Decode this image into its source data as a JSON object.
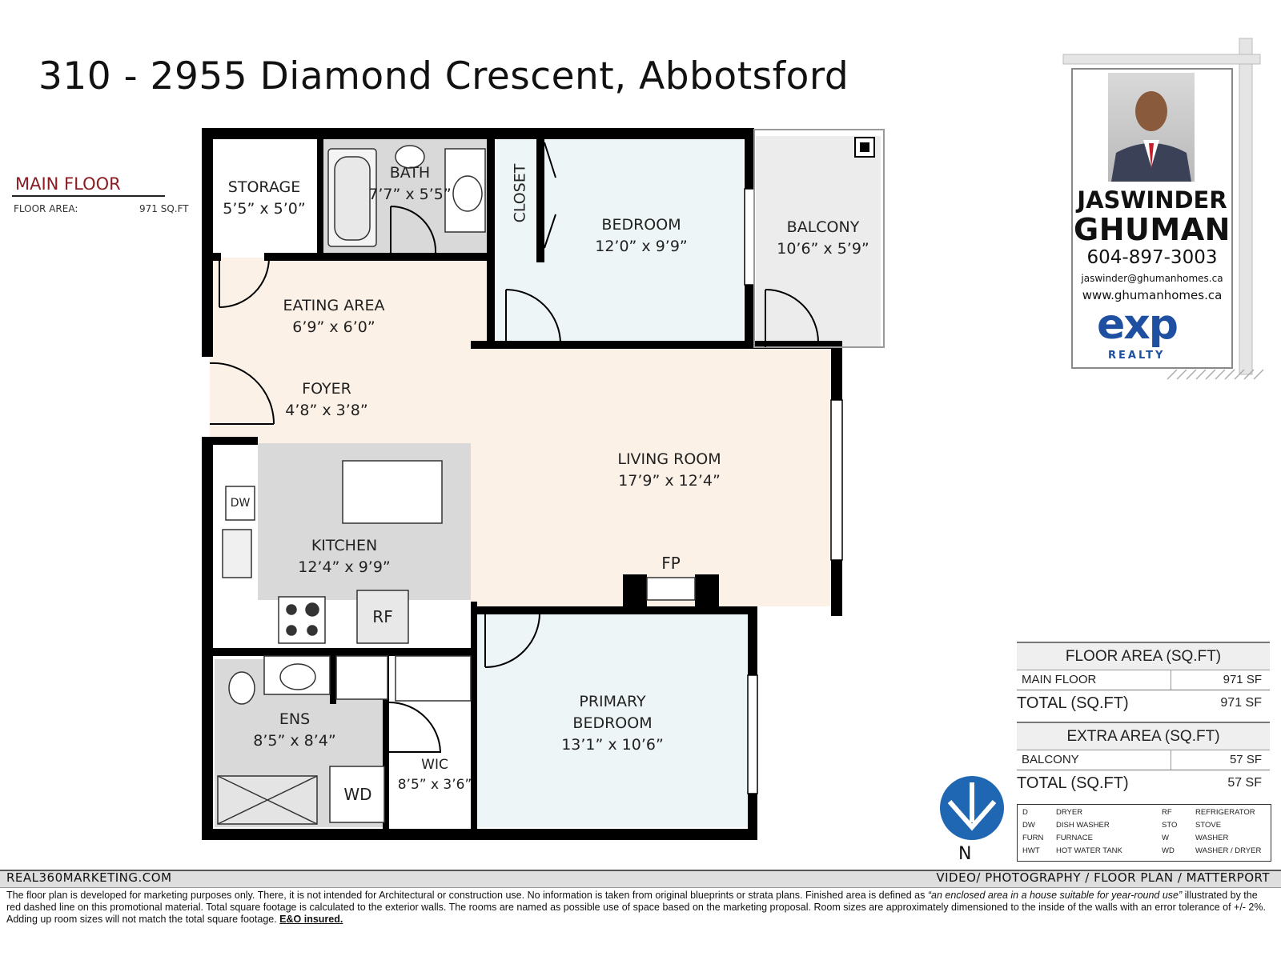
{
  "title": "310 - 2955 Diamond Crescent, Abbotsford",
  "floor_summary": {
    "label": "MAIN FLOOR",
    "area_label": "FLOOR AREA:",
    "area_value": "971 SQ.FT"
  },
  "rooms": {
    "storage": {
      "name": "STORAGE",
      "size": "5’5” x 5’0”"
    },
    "bath": {
      "name": "BATH",
      "size": "7’7” x 5’5”"
    },
    "closet": {
      "name": "CLOSET"
    },
    "bedroom": {
      "name": "BEDROOM",
      "size": "12’0” x 9’9”"
    },
    "balcony": {
      "name": "BALCONY",
      "size": "10’6” x 5’9”"
    },
    "eating_area": {
      "name": "EATING AREA",
      "size": "6’9” x 6’0”"
    },
    "foyer": {
      "name": "FOYER",
      "size": "4’8” x 3’8”"
    },
    "living_room": {
      "name": "LIVING ROOM",
      "size": "17’9” x 12’4”"
    },
    "kitchen": {
      "name": "KITCHEN",
      "size": "12’4” x 9’9”"
    },
    "primary_bedroom": {
      "name_line1": "PRIMARY",
      "name_line2": "BEDROOM",
      "size": "13’1” x 10’6”"
    },
    "ensuite": {
      "name": "ENS",
      "size": "8’5” x 8’4”"
    },
    "wic": {
      "name": "WIC",
      "size": "8’5” x 3’6”"
    }
  },
  "fixtures": {
    "dw": "DW",
    "rf": "RF",
    "fp": "FP",
    "wd": "WD"
  },
  "agent": {
    "first_name": "JASWINDER",
    "last_name": "GHUMAN",
    "phone": "604-897-3003",
    "email": "jaswinder@ghumanhomes.ca",
    "website": "www.ghumanhomes.ca",
    "brand": "exp",
    "brand_sub": "REALTY",
    "brand_color": "#1e4fa0"
  },
  "area_tables": {
    "floor": {
      "header": "FLOOR AREA (SQ.FT)",
      "rows": [
        {
          "label": "MAIN FLOOR",
          "value": "971 SF"
        }
      ],
      "total_label": "TOTAL (SQ.FT)",
      "total_value": "971 SF"
    },
    "extra": {
      "header": "EXTRA AREA (SQ.FT)",
      "rows": [
        {
          "label": "BALCONY",
          "value": "57 SF"
        }
      ],
      "total_label": "TOTAL (SQ.FT)",
      "total_value": "57 SF"
    }
  },
  "legend": [
    {
      "code": "D",
      "meaning": "DRYER"
    },
    {
      "code": "DW",
      "meaning": "DISH WASHER"
    },
    {
      "code": "FURN",
      "meaning": "FURNACE"
    },
    {
      "code": "HWT",
      "meaning": "HOT WATER TANK"
    },
    {
      "code": "RF",
      "meaning": "REFRIGERATOR"
    },
    {
      "code": "STO",
      "meaning": "STOVE"
    },
    {
      "code": "W",
      "meaning": "WASHER"
    },
    {
      "code": "WD",
      "meaning": "WASHER / DRYER"
    }
  ],
  "compass": {
    "label": "N",
    "icon": "compass-north-icon"
  },
  "footer": {
    "left": "REAL360MARKETING.COM",
    "right": "VIDEO/ PHOTOGRAPHY / FLOOR PLAN / MATTERPORT",
    "disclaimer_part1": "The floor plan is developed for marketing purposes only. There, it is not intended for Architectural or construction use. No information is  taken from original blueprints or strata plans. Finished area is defined as ",
    "disclaimer_quote": "“an enclosed area in a house suitable for year-round use”",
    "disclaimer_part2": " illustrated by the red dashed line on this promotional material. Total square footage is calculated to the exterior walls. The rooms are named as possible use of space based on the marketing proposal. Room sizes are approximately dimensioned to the inside of the walls with an error tolerance of +/- 2%. Adding up room sizes will not match the total square footage. ",
    "disclaimer_eo": "E&O insured."
  },
  "colors": {
    "wall": "#000000",
    "living_fill": "#fcf1e6",
    "bedroom_fill": "#eef5f7",
    "tile_fill": "#d9d9d9",
    "title_red": "#8b1d22"
  }
}
